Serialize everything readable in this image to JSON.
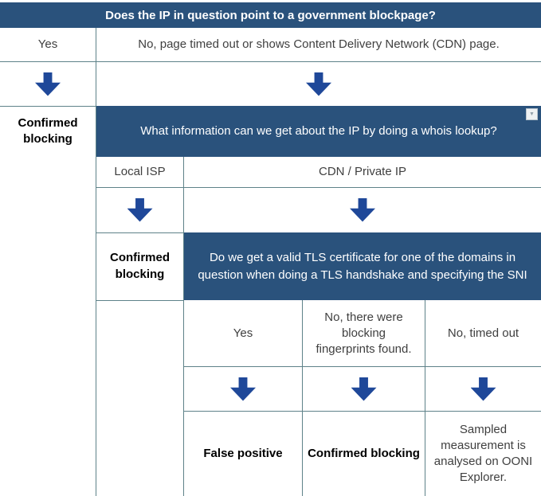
{
  "colors": {
    "header_bg": "#2a527c",
    "arrow_blue": "#1f4899",
    "grid_border": "#5e8289"
  },
  "flowchart": {
    "q_blockpage": "Does the IP in question point to a government blockpage?",
    "blockpage_yes": "Yes",
    "blockpage_no": "No, page timed out or shows Content Delivery Network (CDN) page.",
    "outcome_confirmed_blocking_1": "Confirmed blocking",
    "q_whois": "What information can we get about the IP by doing a whois lookup?",
    "whois_local_isp": "Local ISP",
    "whois_cdn_private": "CDN / Private IP",
    "outcome_confirmed_blocking_2": "Confirmed blocking",
    "q_tls": "Do we get a valid TLS certificate for one of the domains in question when doing a TLS handshake and specifying the SNI",
    "tls_yes": "Yes",
    "tls_fingerprints": "No, there were blocking fingerprints found.",
    "tls_timed_out": "No, timed out",
    "outcome_false_positive": "False positive",
    "outcome_confirmed_blocking_3": "Confirmed blocking",
    "outcome_sampled": "Sampled measurement is analysed on OONI Explorer."
  },
  "icons": {
    "dropdown_glyph": "▼"
  }
}
